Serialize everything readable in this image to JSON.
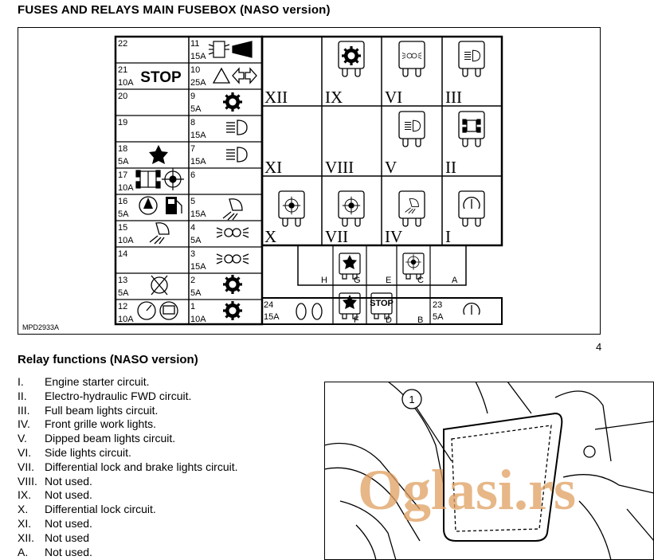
{
  "title": "FUSES AND RELAYS MAIN FUSEBOX (NASO version)",
  "diagram": {
    "code": "MPD2933A",
    "figure_number": "4",
    "fuses_left": [
      {
        "num": "22",
        "amp": ""
      },
      {
        "num": "21",
        "amp": "10A",
        "label": "STOP"
      },
      {
        "num": "20",
        "amp": ""
      },
      {
        "num": "19",
        "amp": ""
      },
      {
        "num": "18",
        "amp": "5A"
      },
      {
        "num": "17",
        "amp": "10A"
      },
      {
        "num": "16",
        "amp": "5A"
      },
      {
        "num": "15",
        "amp": "10A"
      },
      {
        "num": "14",
        "amp": ""
      },
      {
        "num": "13",
        "amp": "5A"
      },
      {
        "num": "12",
        "amp": "10A"
      }
    ],
    "fuses_right": [
      {
        "num": "11",
        "amp": "15A"
      },
      {
        "num": "10",
        "amp": "25A"
      },
      {
        "num": "9",
        "amp": "5A"
      },
      {
        "num": "8",
        "amp": "15A"
      },
      {
        "num": "7",
        "amp": "15A"
      },
      {
        "num": "6",
        "amp": ""
      },
      {
        "num": "5",
        "amp": "15A"
      },
      {
        "num": "4",
        "amp": "5A"
      },
      {
        "num": "3",
        "amp": "15A"
      },
      {
        "num": "2",
        "amp": "5A"
      },
      {
        "num": "1",
        "amp": "10A"
      }
    ],
    "fuse_24": {
      "num": "24",
      "amp": "15A"
    },
    "fuse_23": {
      "num": "23",
      "amp": "5A"
    },
    "relays": {
      "XII": "XII",
      "IX": "IX",
      "VI": "VI",
      "III": "III",
      "XI": "XI",
      "VIII": "VIII",
      "V": "V",
      "II": "II",
      "X": "X",
      "VII": "VII",
      "IV": "IV",
      "I": "I"
    },
    "small_relays": {
      "H": "H",
      "G": "G",
      "E": "E",
      "C": "C",
      "A": "A",
      "F": "F",
      "D": "D",
      "B": "B"
    },
    "stop_label": "STOP"
  },
  "relay_heading": "Relay functions (NASO version)",
  "relay_functions": [
    {
      "num": "I.",
      "text": "Engine starter circuit."
    },
    {
      "num": "II.",
      "text": "Electro-hydraulic FWD circuit."
    },
    {
      "num": "III.",
      "text": "Full beam lights circuit."
    },
    {
      "num": "IV.",
      "text": "Front grille work lights."
    },
    {
      "num": "V.",
      "text": "Dipped beam lights circuit."
    },
    {
      "num": "VI.",
      "text": "Side lights circuit."
    },
    {
      "num": "VII.",
      "text": "Differential lock and brake lights circuit."
    },
    {
      "num": "VIII.",
      "text": "Not used."
    },
    {
      "num": "IX.",
      "text": "Not used."
    },
    {
      "num": "X.",
      "text": "Differential lock circuit."
    },
    {
      "num": "XI.",
      "text": "Not used."
    },
    {
      "num": "XII.",
      "text": "Not used"
    },
    {
      "num": "A.",
      "text": "Not used."
    }
  ],
  "photo": {
    "callout": "1",
    "watermark": "Oglasi.rs"
  },
  "colors": {
    "ink": "#000000",
    "watermark": "#e0a060"
  }
}
